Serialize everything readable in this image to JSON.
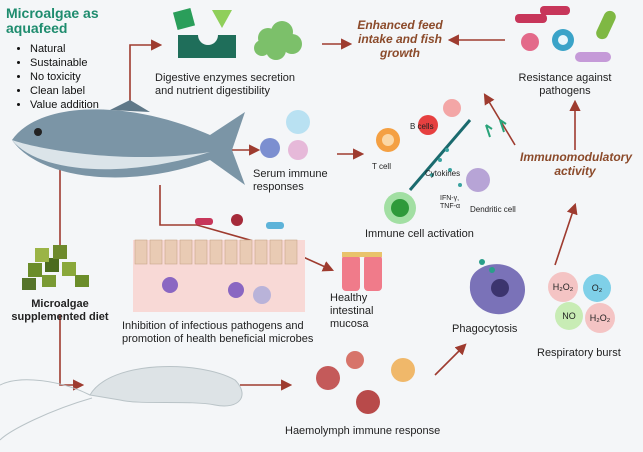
{
  "colors": {
    "accent_text": "#8b4a2a",
    "title_green": "#1e8c6e",
    "arrow": "#9e3b2f",
    "arrow_teal": "#3aa38e"
  },
  "header": {
    "title": "Microalgae as aquafeed",
    "benefits": [
      "Natural",
      "Sustainable",
      "No toxicity",
      "Clean label",
      "Value addition"
    ]
  },
  "nodes": {
    "digestive": "Digestive enzymes secretion and nutrient digestibility",
    "feed": "Enhanced feed intake and fish growth",
    "resistance": "Resistance against pathogens",
    "serum": "Serum immune responses",
    "immunomod": "Immunomodulatory activity",
    "activation": "Immune cell activation",
    "intestinal": "Healthy intestinal mucosa",
    "inhibition": "Inhibition of infectious pathogens and promotion of health beneficial microbes",
    "diet": "Microalgae supplemented diet",
    "phagocytosis": "Phagocytosis",
    "respiratory": "Respiratory burst",
    "haemolymph": "Haemolymph immune response"
  },
  "cells": {
    "b": "B cells",
    "t": "T cell",
    "cytokines": "Cytokines",
    "ifn": "IFN-γ,",
    "tnf": "TNF-α",
    "dendritic": "Dendritic cell"
  },
  "ros": {
    "h2o2": "H₂O₂",
    "o2": "O₂",
    "no": "NO",
    "h2o2b": "H₂O₂"
  }
}
